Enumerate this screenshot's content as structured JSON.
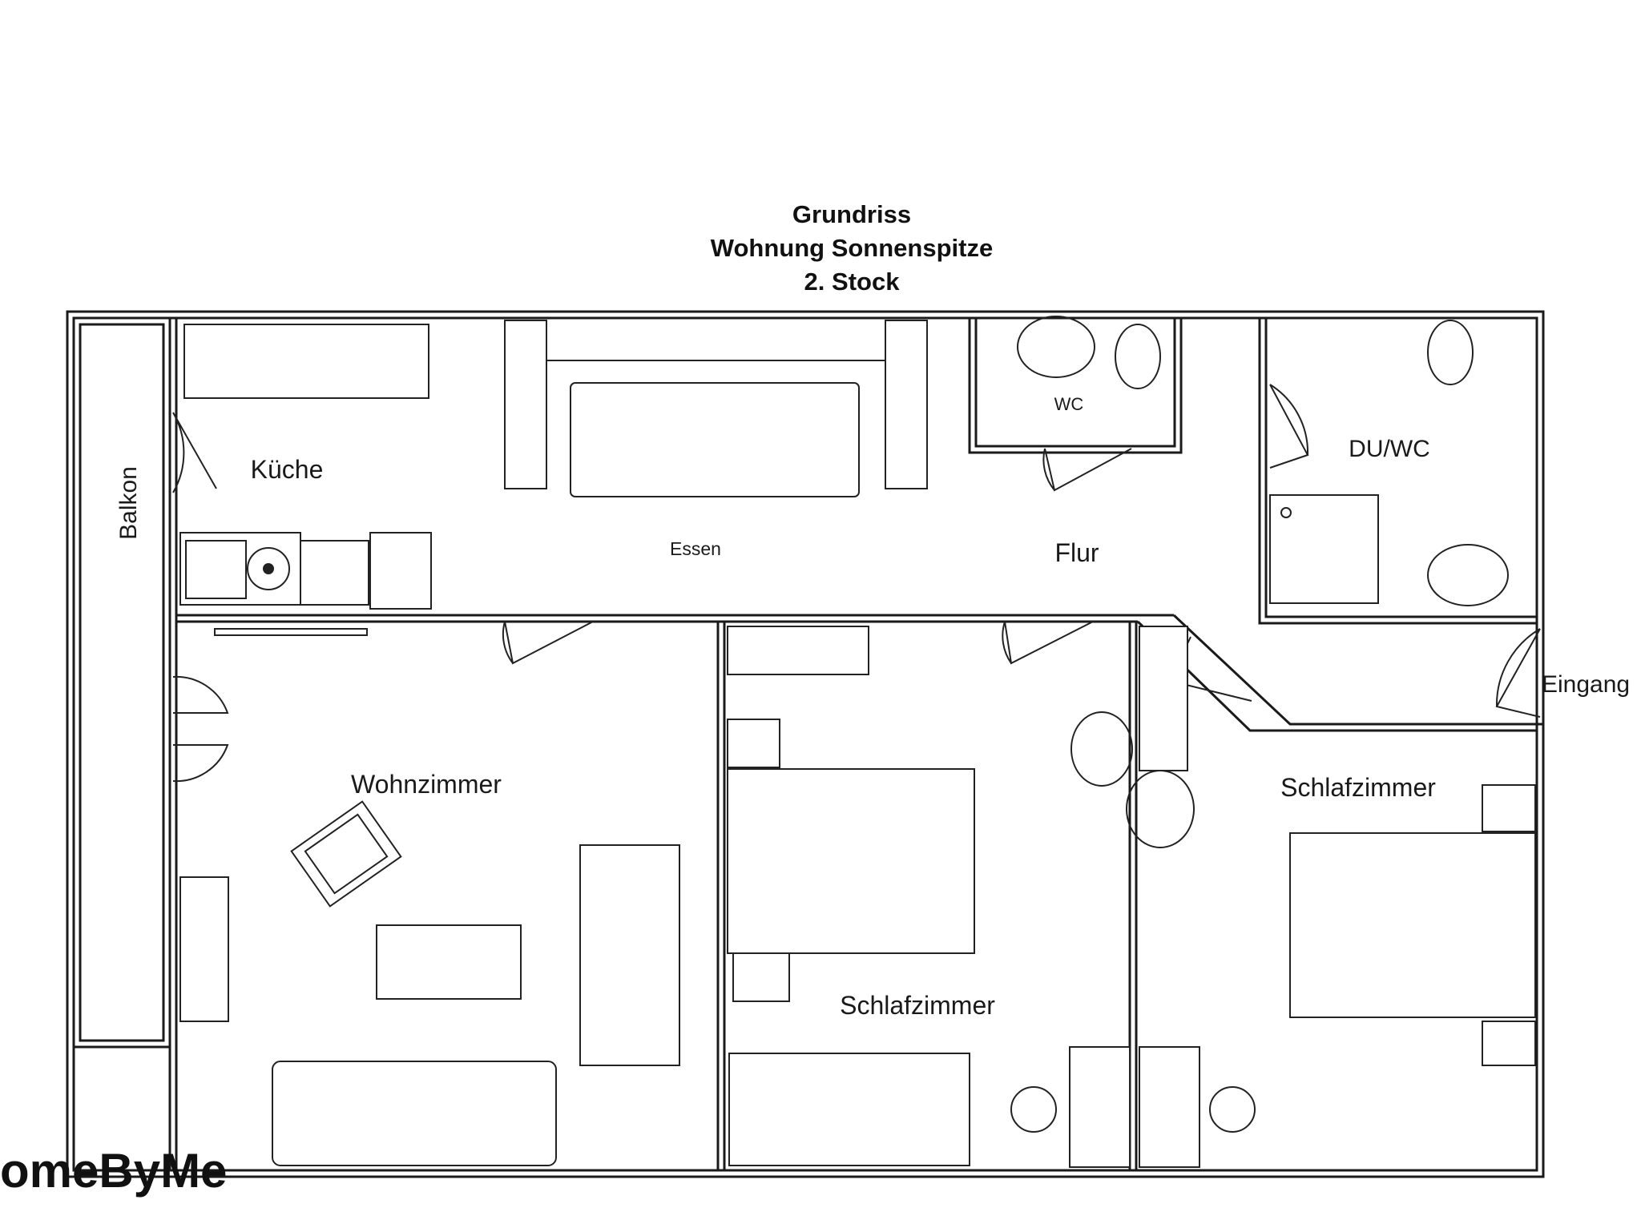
{
  "title": {
    "line1": "Grundriss",
    "line2": "Wohnung Sonnenspitze",
    "line3": "2. Stock"
  },
  "rooms": {
    "balkon": "Balkon",
    "kueche": "Küche",
    "essen": "Essen",
    "wc": "WC",
    "flur": "Flur",
    "du_wc": "DU/WC",
    "eingang": "Eingang",
    "wohnzimmer": "Wohnzimmer",
    "schlafzimmer_1": "Schlafzimmer",
    "schlafzimmer_2": "Schlafzimmer"
  },
  "logo": "omeByMe",
  "colors": {
    "line": "#1a1a1a",
    "background": "#ffffff"
  }
}
